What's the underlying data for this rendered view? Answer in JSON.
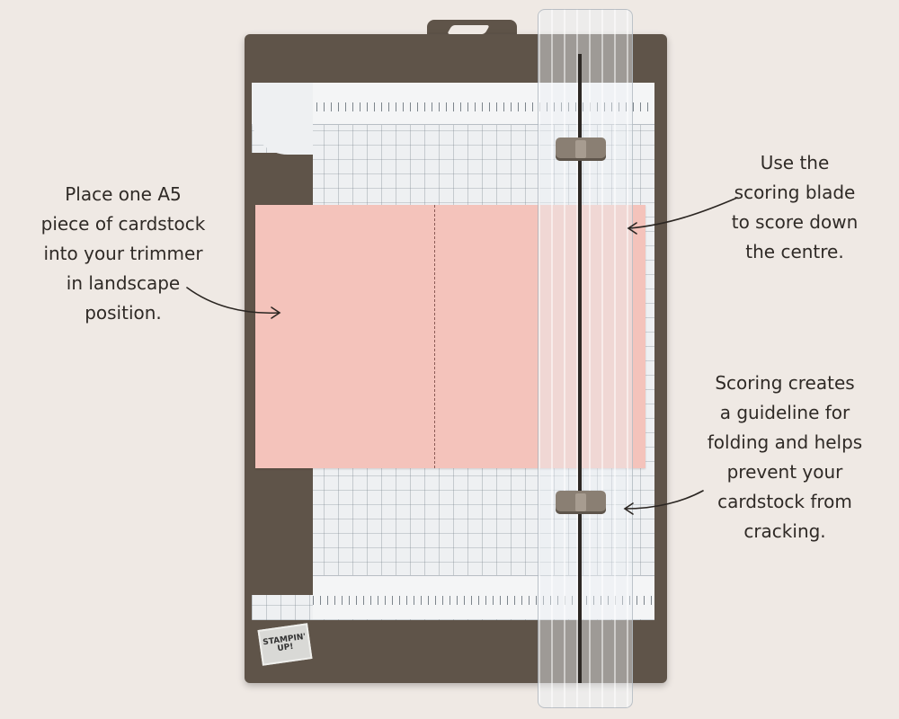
{
  "notes": {
    "left": [
      "Place one A5",
      "piece of cardstock",
      "into your trimmer",
      "in landscape",
      "position."
    ],
    "right_top": [
      "Use the",
      "scoring blade",
      "to score down",
      "the centre."
    ],
    "right_bottom": [
      "Scoring creates",
      "a guideline for",
      "folding and helps",
      "prevent your",
      "cardstock from",
      "cracking."
    ]
  },
  "logo": {
    "text": "STAMPIN' UP!"
  },
  "colors": {
    "background": "#efe9e4",
    "trimmer": "#5f5449",
    "cardstock": "#f4c3bb"
  }
}
